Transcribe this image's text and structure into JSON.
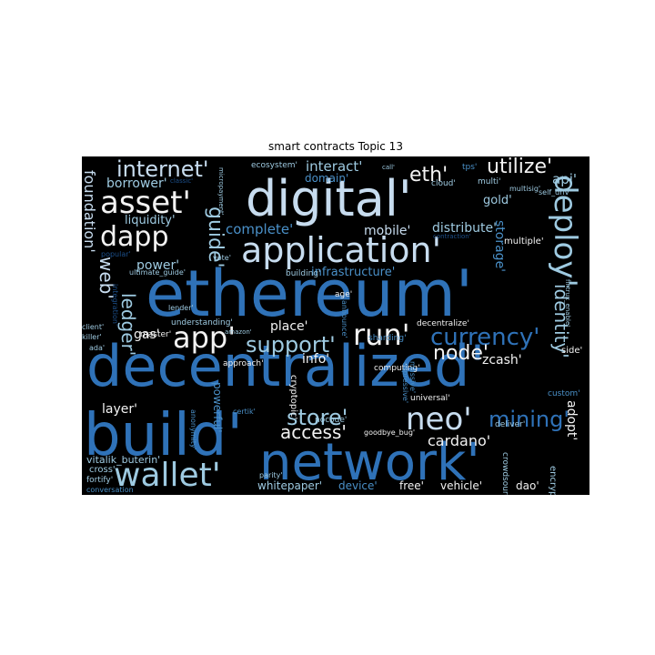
{
  "title": "smart contracts Topic 13",
  "palette": {
    "background": "#000000",
    "white": "#f2f2f2",
    "pale": "#c7dcef",
    "light": "#9ecae1",
    "mid": "#4a90c8",
    "blue": "#2f72b8",
    "navy": "#1c4f8a"
  },
  "words": [
    "ethereum'",
    "decentralized'",
    "build'",
    "network'",
    "digital'",
    "application'",
    "asset'",
    "dapp",
    "internet'",
    "eth'",
    "utilize'",
    "deploy'",
    "wallet'",
    "neo'",
    "run'",
    "app'",
    "support'",
    "currency'",
    "mining'",
    "store'",
    "guide'",
    "identity'",
    "node'",
    "ledger'",
    "web'",
    "foundation'",
    "access'",
    "cardano'",
    "mobile'",
    "distribute'",
    "infrastructure'",
    "complete'",
    "interact'",
    "power'",
    "borrower'",
    "liquidity'",
    "info'",
    "zcash'",
    "layer'",
    "gas'",
    "place'",
    "storage'",
    "api'",
    "gold'",
    "adopt'",
    "ecosystem'",
    "domain'",
    "cloud'",
    "multi'",
    "tps'",
    "multisig'",
    "self_driv'",
    "multiple'",
    "contraction'",
    "micropayment'",
    "call'",
    "classic'",
    "popular'",
    "vote'",
    "ultimate_guide'",
    "building'",
    "age'",
    "lender'",
    "integration'",
    "client'",
    "killer'",
    "ada'",
    "understanding'",
    "amazon'",
    "approach'",
    "master'",
    "announce'",
    "decentralize'",
    "side'",
    "fintrux_enable'",
    "computing'",
    "sharding'",
    "cryptopic'",
    "nocode'",
    "universal'",
    "certik'",
    "powerful'",
    "anonymity'",
    "expressive'",
    "massive'",
    "goodbye_bug'",
    "deliver'",
    "custom'",
    "vitalik_buterin'",
    "cross'",
    "fortify'",
    "conversation",
    "parity'",
    "whitepaper'",
    "device'",
    "free'",
    "vehicle'",
    "dao'",
    "crowdsourcing'",
    "encryption'"
  ]
}
